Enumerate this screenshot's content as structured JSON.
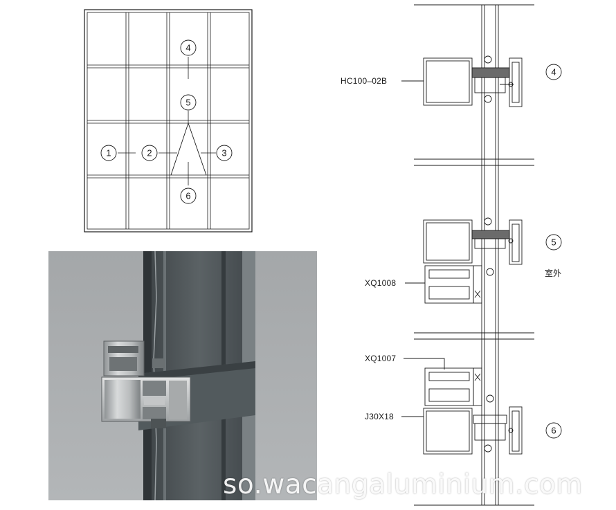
{
  "elevation": {
    "callouts": [
      "1",
      "2",
      "3",
      "4",
      "5",
      "6"
    ]
  },
  "sections": [
    {
      "number": "4",
      "profile_label": "HC100–02B"
    },
    {
      "number": "5",
      "profile_label": "XQ1008",
      "side_label": "室外"
    },
    {
      "number": "6",
      "profile_labels": [
        "XQ1007",
        "J30X18"
      ]
    }
  ],
  "watermark": "so.wacangaluminium.com",
  "colors": {
    "line": "#1a1a1a",
    "photo_bg": "#a9acae",
    "mullion_dark": "#4a5053",
    "aluminium": "#c9cbcc"
  }
}
